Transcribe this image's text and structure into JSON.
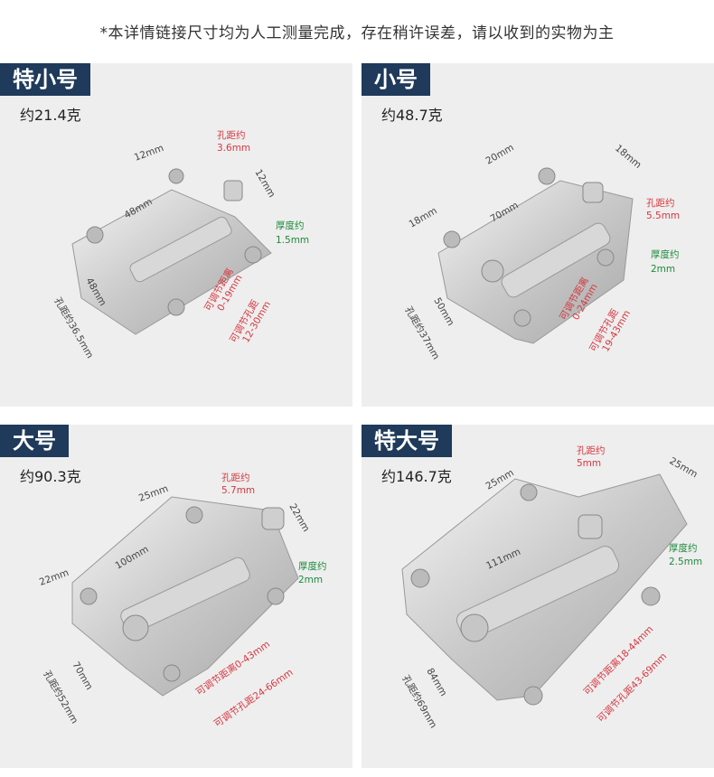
{
  "notice": "*本详情链接尺寸均为人工测量完成，存在稍许误差，请以收到的实物为主",
  "panels": [
    {
      "size": "特小号",
      "weight": "约21.4克",
      "dims": [
        "12mm",
        "48mm",
        "12mm",
        "48mm",
        "孔距约36.5mm"
      ],
      "red": [
        "孔距约",
        "3.6mm",
        "可调节距离",
        "0-19mm",
        "可调节孔距",
        "12-30mm"
      ],
      "green": [
        "厚度约",
        "1.5mm"
      ]
    },
    {
      "size": "小号",
      "weight": "约48.7克",
      "dims": [
        "20mm",
        "18mm",
        "18mm",
        "70mm",
        "50mm",
        "孔距约37mm"
      ],
      "red": [
        "孔距约",
        "5.5mm",
        "可调节距离",
        "0-24mm",
        "可调节孔距",
        "19-43mm"
      ],
      "green": [
        "厚度约",
        "2mm"
      ]
    },
    {
      "size": "大号",
      "weight": "约90.3克",
      "dims": [
        "25mm",
        "22mm",
        "22mm",
        "100mm",
        "70mm",
        "孔距约52mm"
      ],
      "red": [
        "孔距约",
        "5.7mm",
        "可调节距离0-43mm",
        "可调节孔距24-66mm"
      ],
      "green": [
        "厚度约",
        "2mm"
      ]
    },
    {
      "size": "特大号",
      "weight": "约146.7克",
      "dims": [
        "25mm",
        "25mm",
        "111mm",
        "84mm",
        "孔距约69mm"
      ],
      "red": [
        "孔距约",
        "5mm",
        "可调节距离18-44mm",
        "可调节孔距43-69mm"
      ],
      "green": [
        "厚度约",
        "2.5mm"
      ]
    }
  ]
}
